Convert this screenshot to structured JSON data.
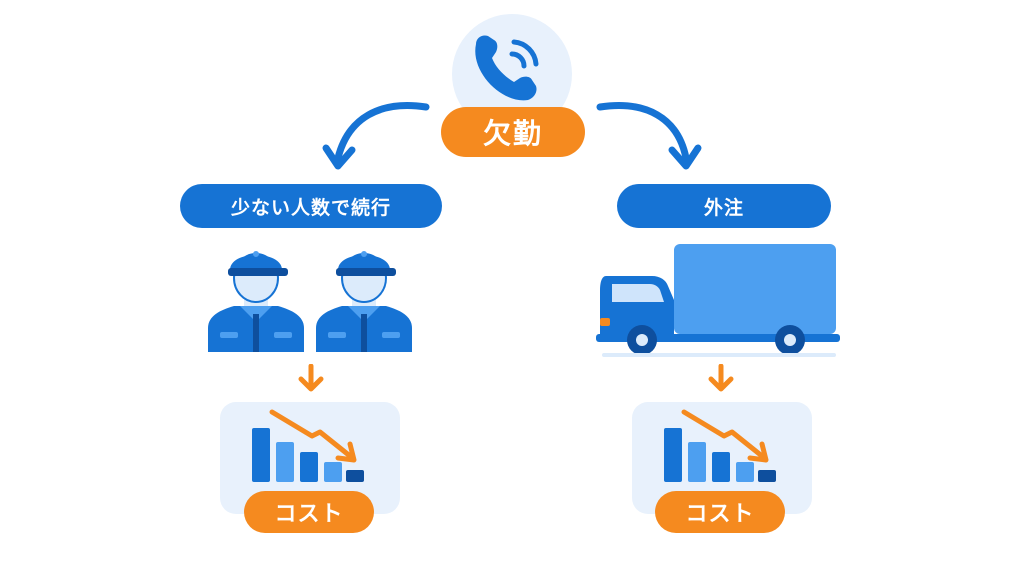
{
  "trigger": {
    "label": "欠勤",
    "icon": "phone-ringing-icon"
  },
  "branches": [
    {
      "label": "少ない人数で続行",
      "icon": "two-workers-icon",
      "result": {
        "label": "コスト",
        "icon": "cost-decrease-chart-icon"
      }
    },
    {
      "label": "外注",
      "icon": "delivery-truck-icon",
      "result": {
        "label": "コスト",
        "icon": "cost-decrease-chart-icon"
      }
    }
  ],
  "colors": {
    "blue": "#1673d4",
    "light_blue": "#4d9ff0",
    "pale_blue": "#e8f1fc",
    "orange": "#f58a1f",
    "dark_blue": "#0e4f9e"
  }
}
